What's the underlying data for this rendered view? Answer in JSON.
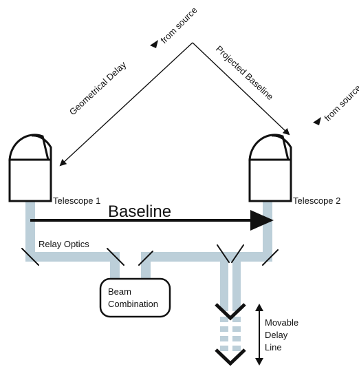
{
  "labels": {
    "from_source_left": "from source",
    "from_source_right": "from source",
    "geometrical_delay": "Geometrical Delay",
    "projected_baseline": "Projected Baseline",
    "telescope_1": "Telescope 1",
    "telescope_2": "Telescope 2",
    "baseline": "Baseline",
    "relay_optics": "Relay Optics",
    "beam_combination_line1": "Beam",
    "beam_combination_line2": "Combination",
    "delay_line_1": "Movable",
    "delay_line_2": "Delay",
    "delay_line_3": "Line"
  },
  "colors": {
    "beam": "#bccfd9",
    "ink": "#111111"
  }
}
